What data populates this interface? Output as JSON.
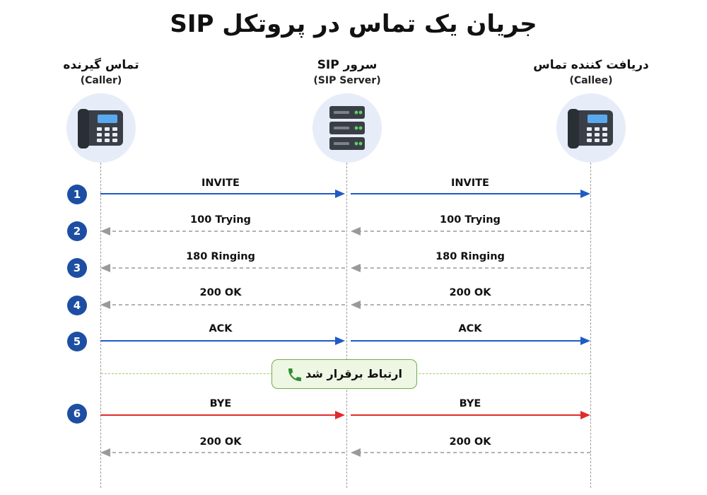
{
  "title": "جریان یک تماس در پروتکل SIP",
  "parties": [
    {
      "name_fa": "تماس گیرنده",
      "name_en": "(Caller)",
      "icon": "desk-phone-icon"
    },
    {
      "name_fa": "سرور SIP",
      "name_en": "(SIP Server)",
      "icon": "server-rack-icon"
    },
    {
      "name_fa": "دریافت کننده تماس",
      "name_en": "(Callee)",
      "icon": "desk-phone-icon"
    }
  ],
  "messages": [
    {
      "step": "1",
      "label": "INVITE",
      "direction": "forward",
      "style": "solid",
      "color": "#1f5bc4"
    },
    {
      "step": "2",
      "label": "100 Trying",
      "direction": "backward",
      "style": "dashed",
      "color": "#9a9a9a"
    },
    {
      "step": "3",
      "label": "180 Ringing",
      "direction": "backward",
      "style": "dashed",
      "color": "#9a9a9a"
    },
    {
      "step": "4",
      "label": "200 OK",
      "direction": "backward",
      "style": "dashed",
      "color": "#9a9a9a"
    },
    {
      "step": "5",
      "label": "ACK",
      "direction": "forward",
      "style": "solid",
      "color": "#1f5bc4"
    },
    {
      "step": "6",
      "label": "BYE",
      "direction": "forward",
      "style": "solid",
      "color": "#e02b2b"
    },
    {
      "step": "",
      "label": "200 OK",
      "direction": "backward",
      "style": "dashed",
      "color": "#9a9a9a"
    }
  ],
  "established": {
    "label": "ارتباط برقرار شد",
    "icon": "phone-call-icon",
    "color": "#2f8f2f"
  },
  "colors": {
    "step_badge": "#1d4ea3",
    "circle_bg": "#e7ecf9"
  }
}
